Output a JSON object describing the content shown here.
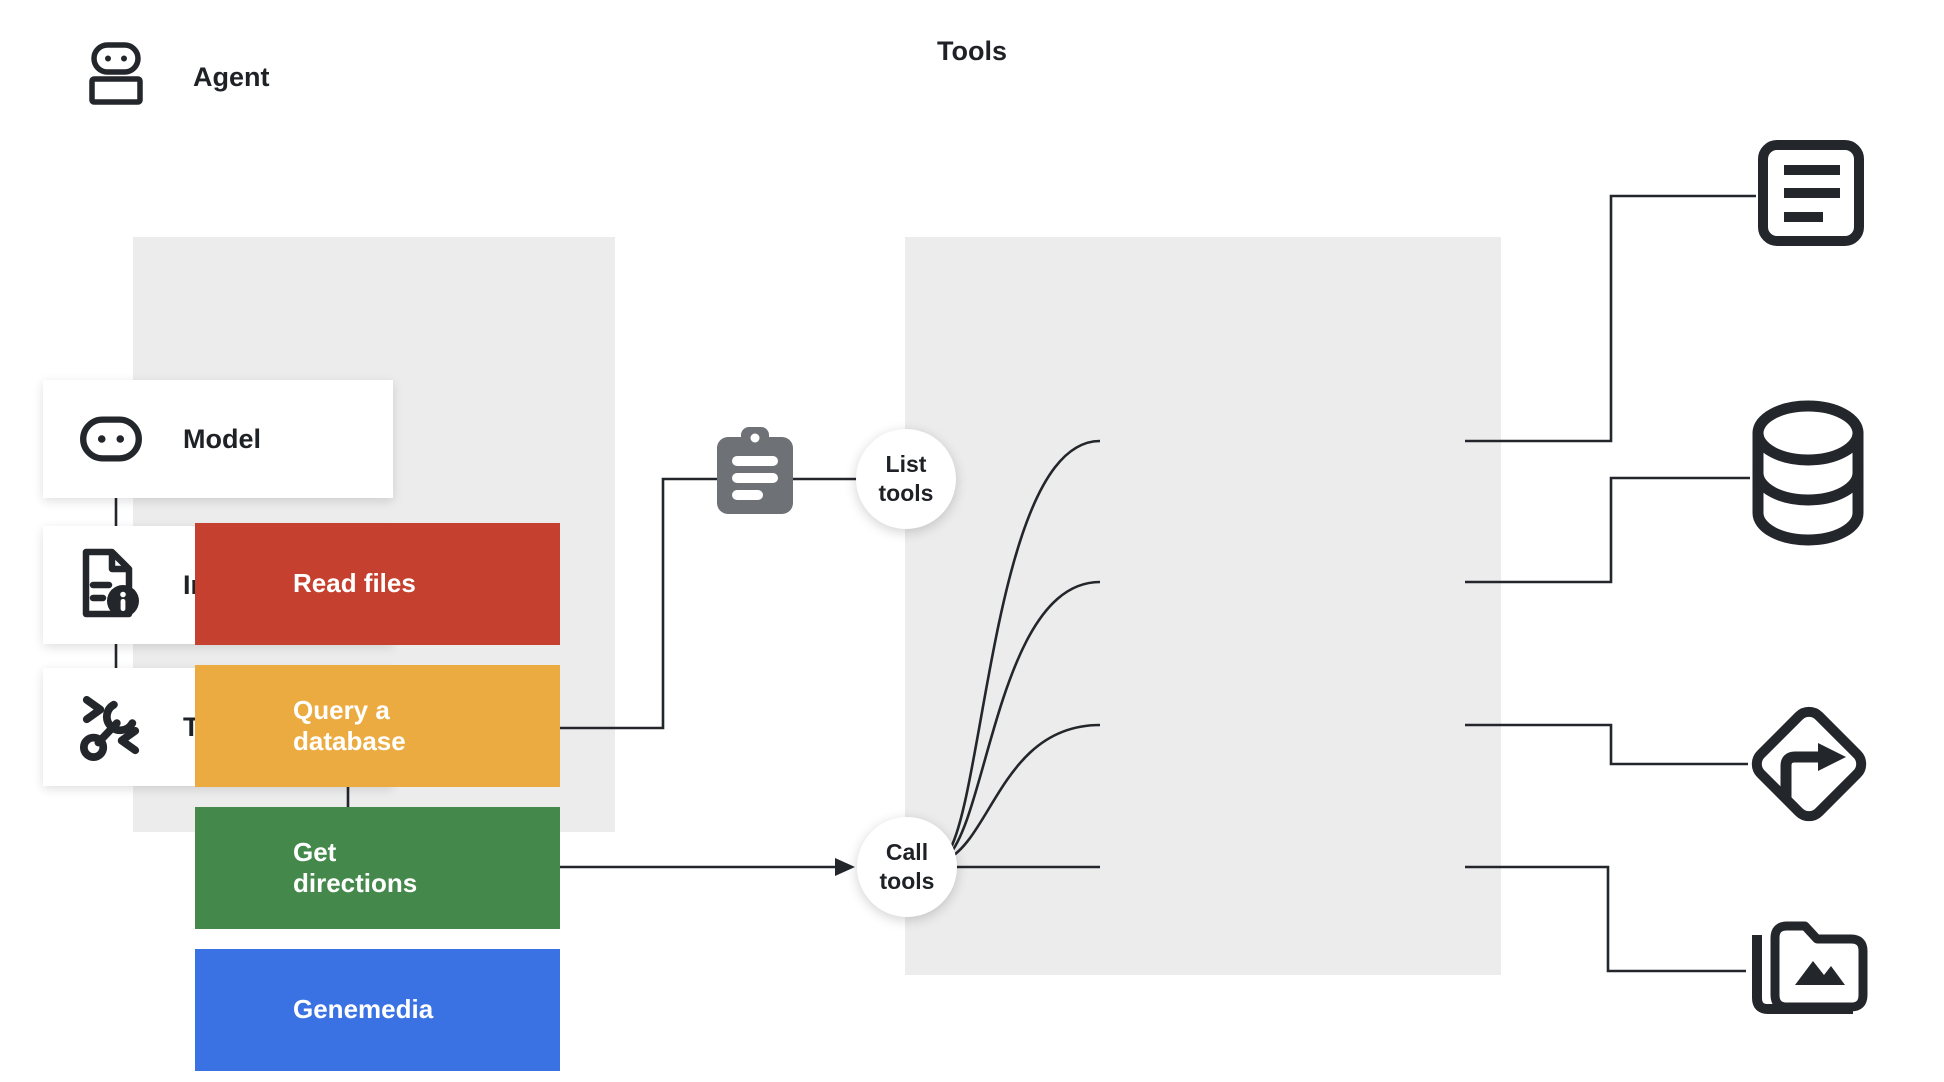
{
  "colors": {
    "background": "#FFFFFF",
    "panel_gray": "#ECECEC",
    "line_dark": "#23262A",
    "text_dark": "#1E2126",
    "clipboard_gray": "#6E7277",
    "node_white": "#FFFFFF"
  },
  "agent_panel": {
    "title": "Agent",
    "items": [
      {
        "label": "Model",
        "icon": "robot-head-icon"
      },
      {
        "label": "Instruction",
        "icon": "instruction-document-icon"
      },
      {
        "label": "Tools",
        "icon": "wrench-code-icon"
      }
    ]
  },
  "flow": {
    "list_tools": "List tools",
    "call_tools": "Call tools",
    "clipboard_icon": "clipboard-icon"
  },
  "tools_panel": {
    "title": "Tools",
    "tools": [
      {
        "label": "Read files",
        "color": "#C5402F",
        "external_icon": "document-lines-icon"
      },
      {
        "label": "Query a database",
        "color": "#ECAB40",
        "external_icon": "database-icon"
      },
      {
        "label": "Get directions",
        "color": "#44894B",
        "external_icon": "turn-right-sign-icon"
      },
      {
        "label": "Genemedia",
        "color": "#3B72E3",
        "external_icon": "media-folder-icon"
      }
    ]
  }
}
